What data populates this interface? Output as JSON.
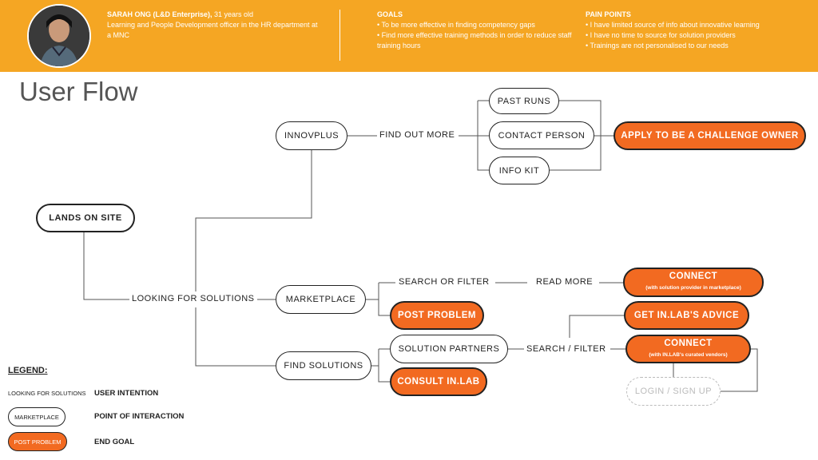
{
  "persona": {
    "name": "SARAH ONG (L&D Enterprise),",
    "age": " 31 years old",
    "role": "Learning and People Development officer in the HR department at a MNC"
  },
  "goals": {
    "heading": "GOALS",
    "items": [
      "• To be more effective in finding competency gaps",
      "• Find more effective training methods in order to reduce staff training hours"
    ]
  },
  "pain_points": {
    "heading": "PAIN POINTS",
    "items": [
      "• I have limited source of info about innovative learning",
      "• I have no time to source for solution providers",
      "• Trainings are not personalised to our needs"
    ]
  },
  "title": "User Flow",
  "nodes": {
    "lands_on_site": "LANDS ON SITE",
    "innovplus": "INNOVPLUS",
    "past_runs": "PAST RUNS",
    "contact_person": "CONTACT PERSON",
    "info_kit": "INFO KIT",
    "apply_challenge_owner": "APPLY TO BE A CHALLENGE OWNER",
    "marketplace": "MARKETPLACE",
    "post_problem": "POST PROBLEM",
    "connect_marketplace": "CONNECT",
    "connect_marketplace_sub": "(with solution provider in marketplace)",
    "find_solutions": "FIND SOLUTIONS",
    "solution_partners": "SOLUTION PARTNERS",
    "consult_inlab": "CONSULT IN.LAB",
    "get_inlab_advice": "GET IN.LAB'S ADVICE",
    "connect_vendors": "CONNECT",
    "connect_vendors_sub": "(with IN.LAB's curated vendors)",
    "login_signup": "LOGIN / SIGN UP"
  },
  "labels": {
    "find_out_more": "FIND OUT MORE",
    "looking_for_solutions": "LOOKING FOR SOLUTIONS",
    "search_or_filter": "SEARCH OR FILTER",
    "read_more": "READ MORE",
    "search_filter": "SEARCH / FILTER"
  },
  "legend": {
    "title": "LEGEND:",
    "intent_sample": "LOOKING FOR SOLUTIONS",
    "intent_label": "USER INTENTION",
    "interaction_sample": "MARKETPLACE",
    "interaction_label": "POINT OF INTERACTION",
    "goal_sample": "POST PROBLEM",
    "goal_label": "END GOAL"
  },
  "colors": {
    "banner": "#F5A623",
    "end_goal": "#F26A21",
    "line": "#555555"
  }
}
